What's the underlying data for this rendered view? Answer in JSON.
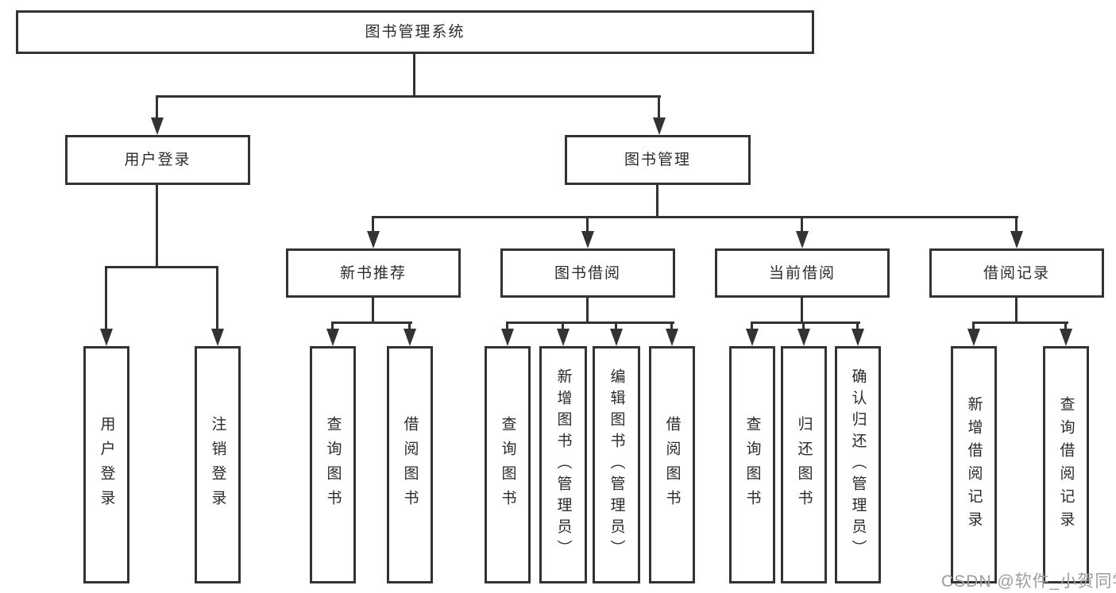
{
  "nodes": {
    "root": "图书管理系统",
    "level2": [
      "用户登录",
      "图书管理"
    ],
    "level3": [
      "新书推荐",
      "图书借阅",
      "当前借阅",
      "借阅记录"
    ],
    "leaves_user_login": [
      "用户登录",
      "注销登录"
    ],
    "leaves_new_book": [
      "查询图书",
      "借阅图书"
    ],
    "leaves_book_borrow": [
      "查询图书",
      "新增图书（管理员）",
      "编辑图书（管理员）",
      "借阅图书"
    ],
    "leaves_current_borrow": [
      "查询图书",
      "归还图书",
      "确认归还（管理员）"
    ],
    "leaves_borrow_record": [
      "新增借阅记录",
      "查询借阅记录"
    ]
  },
  "watermark": "CSDN @软件_小贺同学",
  "colors": {
    "line": "#333333",
    "box_border": "#333333",
    "text": "#2b2b2b",
    "background": "#ffffff",
    "watermark": "#9c9ca1"
  }
}
